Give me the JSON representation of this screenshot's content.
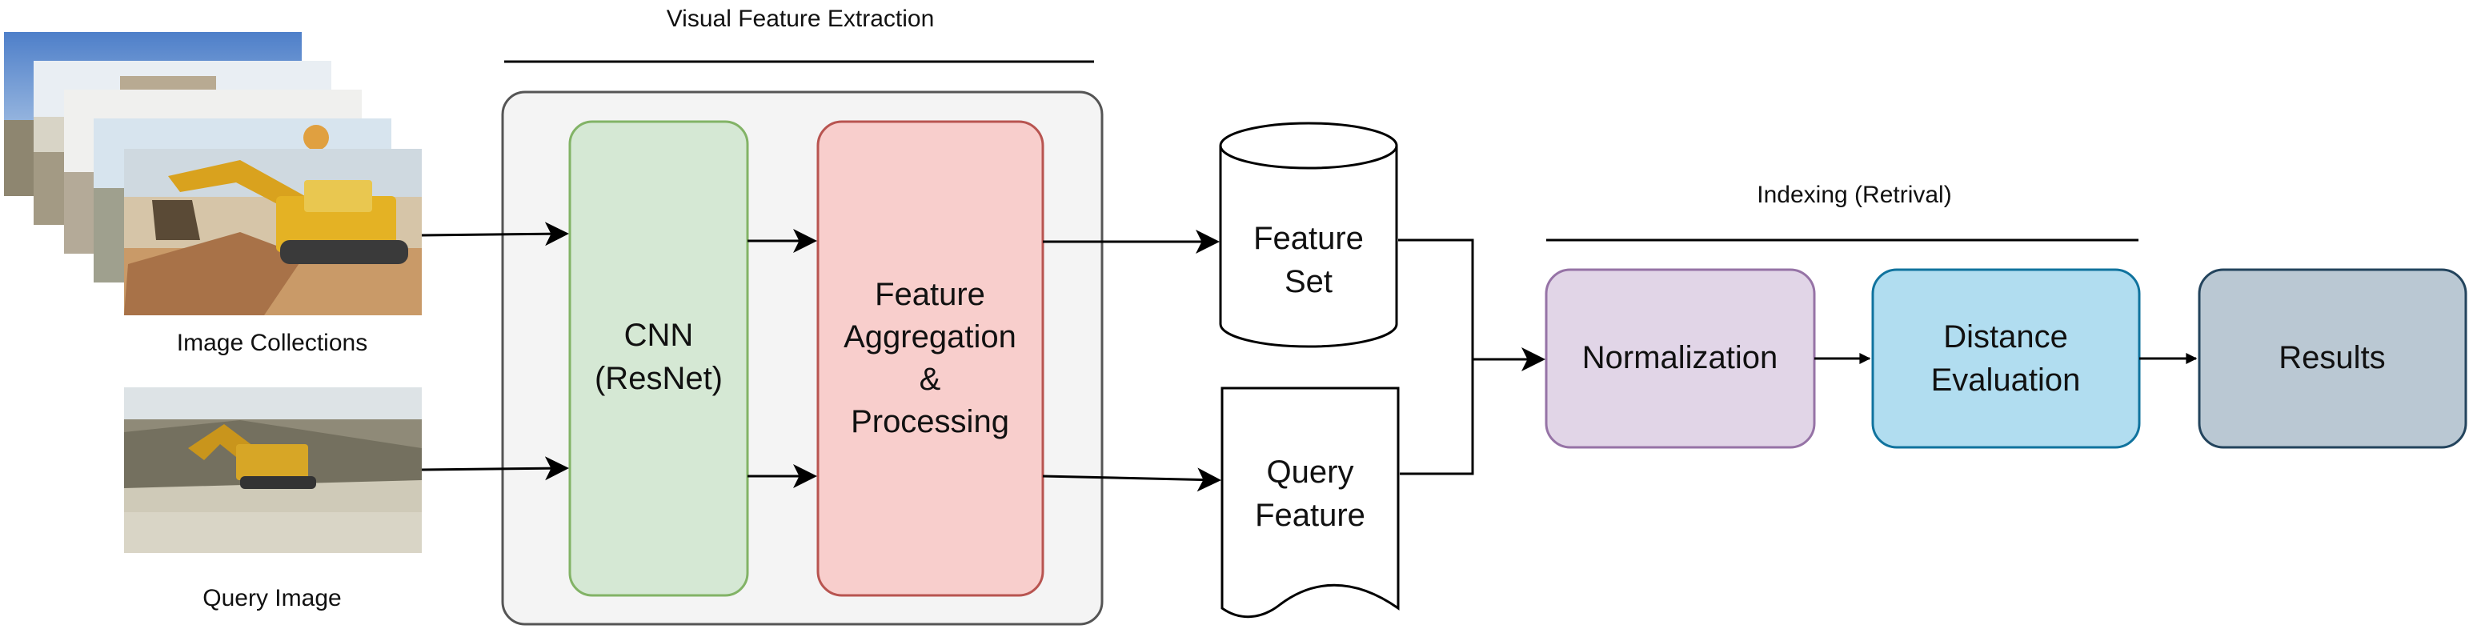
{
  "sections": {
    "extraction_title": "Visual Feature Extraction",
    "indexing_title": "Indexing (Retrival)"
  },
  "inputs": {
    "collections_label": "Image Collections",
    "query_label": "Query Image"
  },
  "blocks": {
    "cnn": {
      "line1": "CNN",
      "line2": "(ResNet)"
    },
    "aggregation": {
      "line1": "Feature",
      "line2": "Aggregation",
      "line3": "&",
      "line4": "Processing"
    },
    "feature_set": {
      "line1": "Feature",
      "line2": "Set"
    },
    "query_feature": {
      "line1": "Query",
      "line2": "Feature"
    },
    "normalization": {
      "label": "Normalization"
    },
    "distance": {
      "line1": "Distance",
      "line2": "Evaluation"
    },
    "results": {
      "label": "Results"
    }
  },
  "colors": {
    "panel_fill": "#f4f4f4",
    "panel_stroke": "#555555",
    "cnn_fill": "#d5e8d4",
    "cnn_stroke": "#82b366",
    "agg_fill": "#f8cecc",
    "agg_stroke": "#b85450",
    "norm_fill": "#e1d5e7",
    "norm_stroke": "#9673a6",
    "dist_fill": "#b1ddf0",
    "dist_stroke": "#10739e",
    "results_fill": "#bac8d3",
    "results_stroke": "#23445d"
  }
}
